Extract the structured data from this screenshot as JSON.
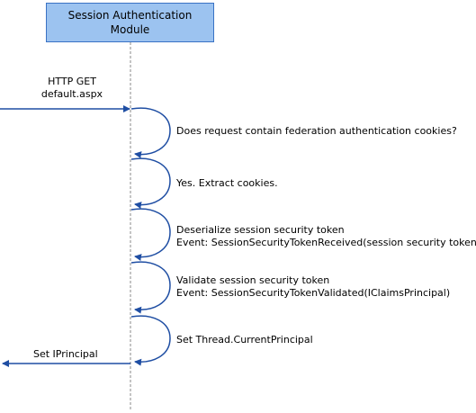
{
  "module": {
    "title_line1": "Session Authentication",
    "title_line2": "Module"
  },
  "incoming": {
    "line1": "HTTP GET",
    "line2": "default.aspx"
  },
  "steps": [
    {
      "line1": "Does request contain federation authentication cookies?",
      "line2": ""
    },
    {
      "line1": "Yes. Extract cookies.",
      "line2": ""
    },
    {
      "line1": "Deserialize session security token",
      "line2": "Event: SessionSecurityTokenReceived(session security token)"
    },
    {
      "line1": "Validate session security token",
      "line2": "Event: SessionSecurityTokenValidated(IClaimsPrincipal)"
    },
    {
      "line1": "Set Thread.CurrentPrincipal",
      "line2": ""
    }
  ],
  "outgoing": {
    "label": "Set IPrincipal"
  },
  "colors": {
    "box_fill": "#9cc3f0",
    "box_border": "#3a72c4",
    "arrow": "#1f4ea3",
    "lifeline": "#888888"
  }
}
